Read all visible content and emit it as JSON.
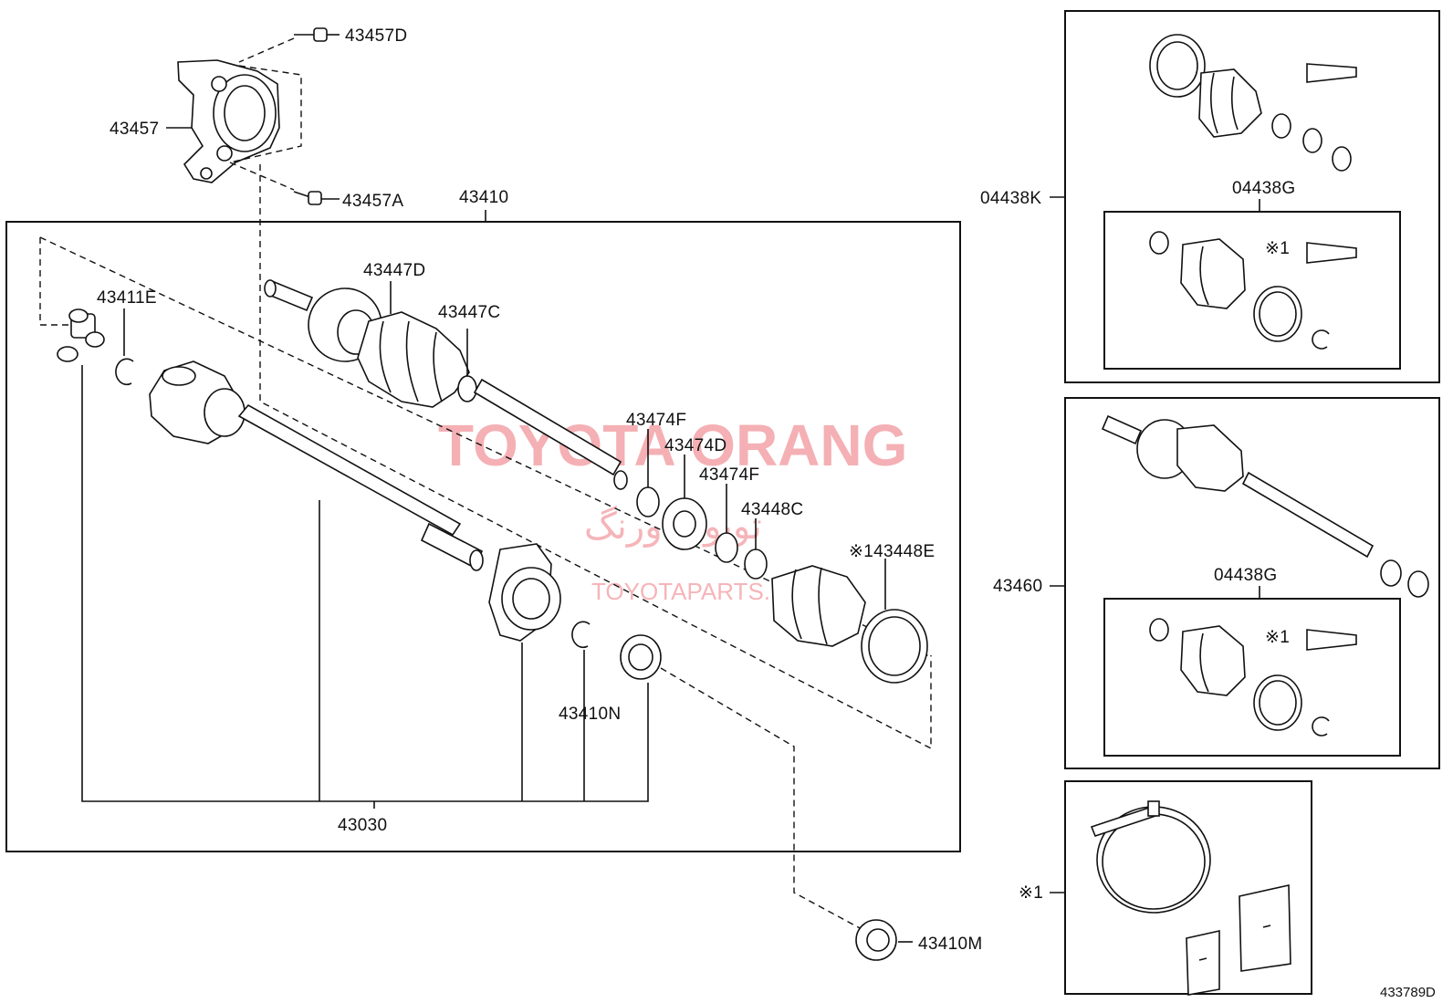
{
  "diagram_id": "433789D",
  "watermark": {
    "line1": "TOYOTA ORANG",
    "line2": "تویوتا اورنگ",
    "line3": "TOYOTAPARTS.IR"
  },
  "labels": {
    "p43457D": "43457D",
    "p43457": "43457",
    "p43457A": "43457A",
    "p43410": "43410",
    "p43411E": "43411E",
    "p43447D": "43447D",
    "p43447C": "43447C",
    "p43474F_a": "43474F",
    "p43474D": "43474D",
    "p43474F_b": "43474F",
    "p43448C": "43448C",
    "p43448E": "※143448E",
    "p43410N": "43410N",
    "p43030": "43030",
    "p43410M": "43410M",
    "p04438K": "04438K",
    "p04438G_top": "04438G",
    "note1_top": "※1",
    "p43460": "43460",
    "p04438G_mid": "04438G",
    "note1_mid": "※1",
    "note1_bottom": "※1"
  }
}
